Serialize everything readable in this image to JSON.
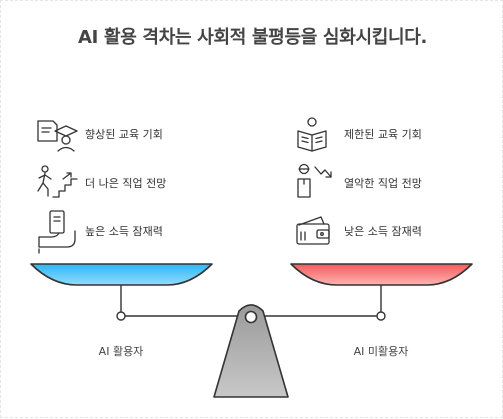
{
  "title": "AI 활용 격차는 사회적 불평등을 심화시킵니다.",
  "left": {
    "label": "AI 활용자",
    "color": "#3dbdf5",
    "items": [
      {
        "icon": "graduate-certificate-icon",
        "label": "향상된 교육 기회"
      },
      {
        "icon": "climbing-stairs-icon",
        "label": "더 나은 직업 전망"
      },
      {
        "icon": "money-hand-icon",
        "label": "높은 소득 잠재력"
      }
    ]
  },
  "right": {
    "label": "AI 미활용자",
    "color": "#f56a6a",
    "items": [
      {
        "icon": "reading-person-icon",
        "label": "제한된 교육 기회"
      },
      {
        "icon": "declining-arrow-icon",
        "label": "열악한 직업 전망"
      },
      {
        "icon": "wallet-icon",
        "label": "낮은 소득 잠재력"
      }
    ]
  }
}
